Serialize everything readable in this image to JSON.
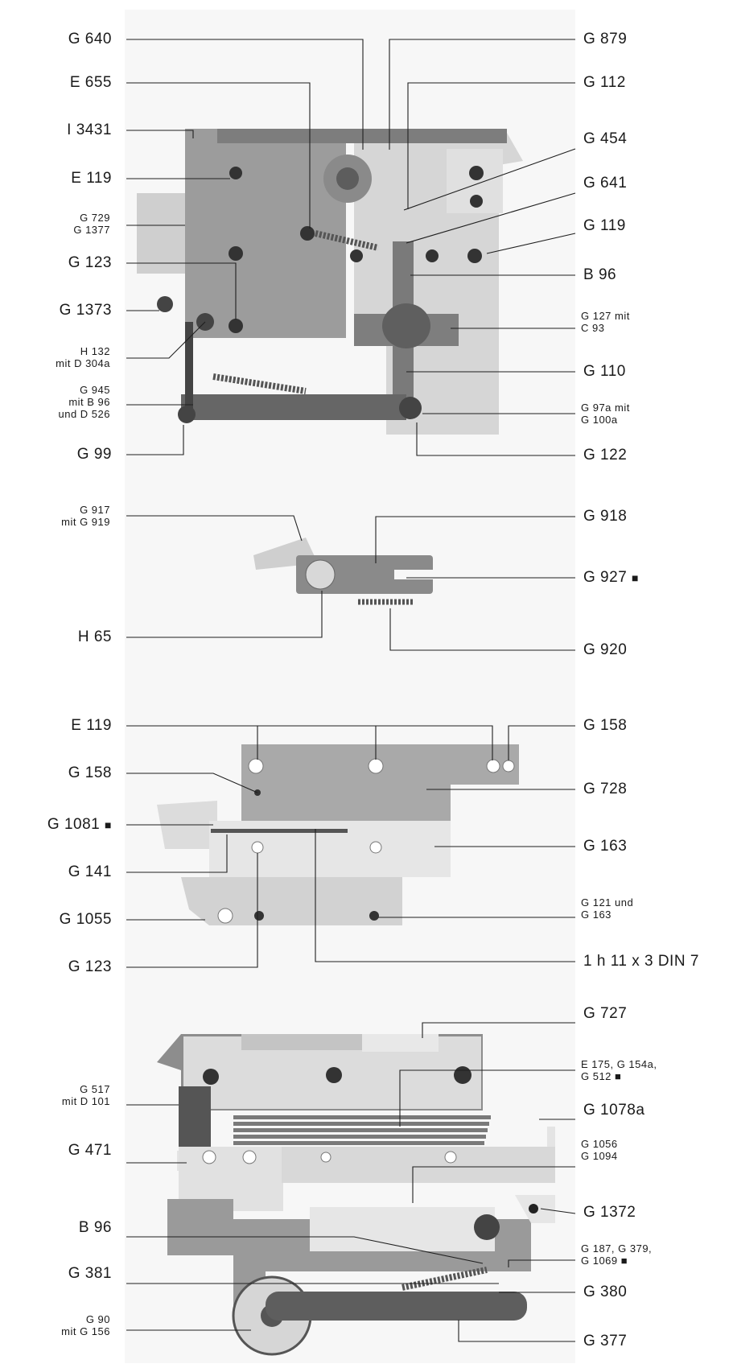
{
  "labels": {
    "s1_left": [
      "G 640",
      "E 655",
      "I 3431",
      "E 119",
      "G 729",
      "G 1377",
      "G 123",
      "G 1373",
      "H 132",
      "mit D 304a",
      "G 945",
      "mit B 96",
      "und D 526",
      "G 99"
    ],
    "s1_right": [
      "G 879",
      "G 112",
      "G 454",
      "G 641",
      "G 119",
      "B 96",
      "G 127 mit",
      "C 93",
      "G 110",
      "G 97a mit",
      "G 100a",
      "G 122"
    ],
    "s2_left": [
      "G 917",
      "mit G 919",
      "H 65"
    ],
    "s2_right": [
      "G 918",
      "G 927",
      "G 920"
    ],
    "s3_left": [
      "E 119",
      "G 158",
      "G 1081",
      "G 141",
      "G 1055",
      "G 123"
    ],
    "s3_right": [
      "G 158",
      "G 728",
      "G 163",
      "G 121 und",
      "G 163",
      "1 h 11 x 3 DIN 7"
    ],
    "s4_left": [
      "G 517",
      "mit D 101",
      "G 471",
      "B 96",
      "G 381",
      "G 90",
      "mit G 156"
    ],
    "s4_right": [
      "G 727",
      "E 175, G 154a,",
      "G 512",
      "G 1078a",
      "G 1056",
      "G 1094",
      "G 1372",
      "G 187, G 379,",
      "G 1069",
      "G 380",
      "G 377"
    ]
  },
  "colors": {
    "part_dark": "#6f6f6f",
    "part_mid": "#9a9a9a",
    "part_light": "#c9c9c9",
    "ink": "#1f1f1f"
  }
}
